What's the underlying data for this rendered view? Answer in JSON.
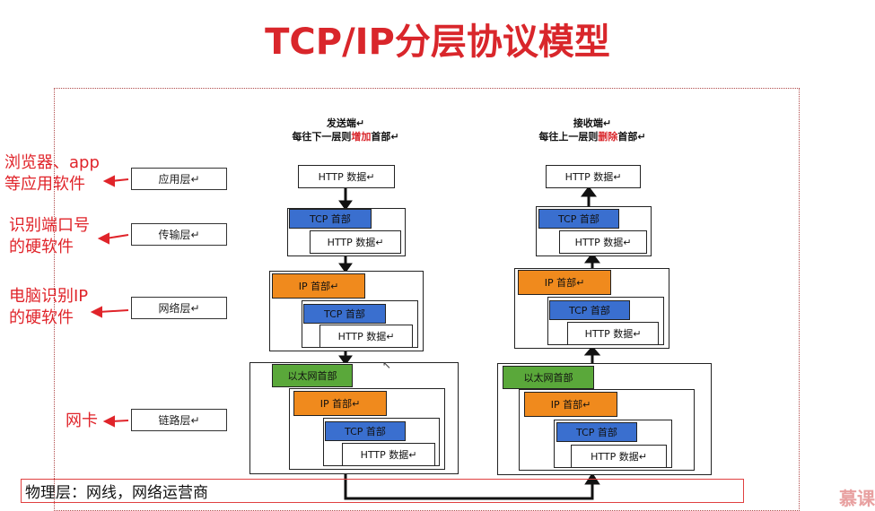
{
  "title": "TCP/IP分层协议模型",
  "sender": {
    "line1": "发送端↵",
    "line2_pre": "每往下一层则",
    "line2_hl": "增加",
    "line2_post": "首部↵"
  },
  "receiver": {
    "line1": "接收端↵",
    "line2_pre": "每往上一层则",
    "line2_hl": "删除",
    "line2_post": "首部↵"
  },
  "layers": {
    "app": "应用层↵",
    "transport": "传输层↵",
    "network": "网络层↵",
    "link": "链路层↵"
  },
  "notes": {
    "app_1": "浏览器、app",
    "app_2": "等应用软件",
    "transport_1": "识别端口号",
    "transport_2": "的硬软件",
    "network_1": "电脑识别IP",
    "network_2": "的硬软件",
    "link": "网卡"
  },
  "labels": {
    "http": "HTTP 数据↵",
    "tcp": "TCP 首部",
    "ip": "IP 首部↵",
    "eth": "以太网首部"
  },
  "physical": "物理层：网线，网络运营商",
  "logo": "慕课",
  "colors": {
    "title": "#d9262b",
    "tcp": "#3a6fcf",
    "ip": "#f08a1d",
    "eth": "#5aa83a",
    "note": "#e0242a"
  }
}
